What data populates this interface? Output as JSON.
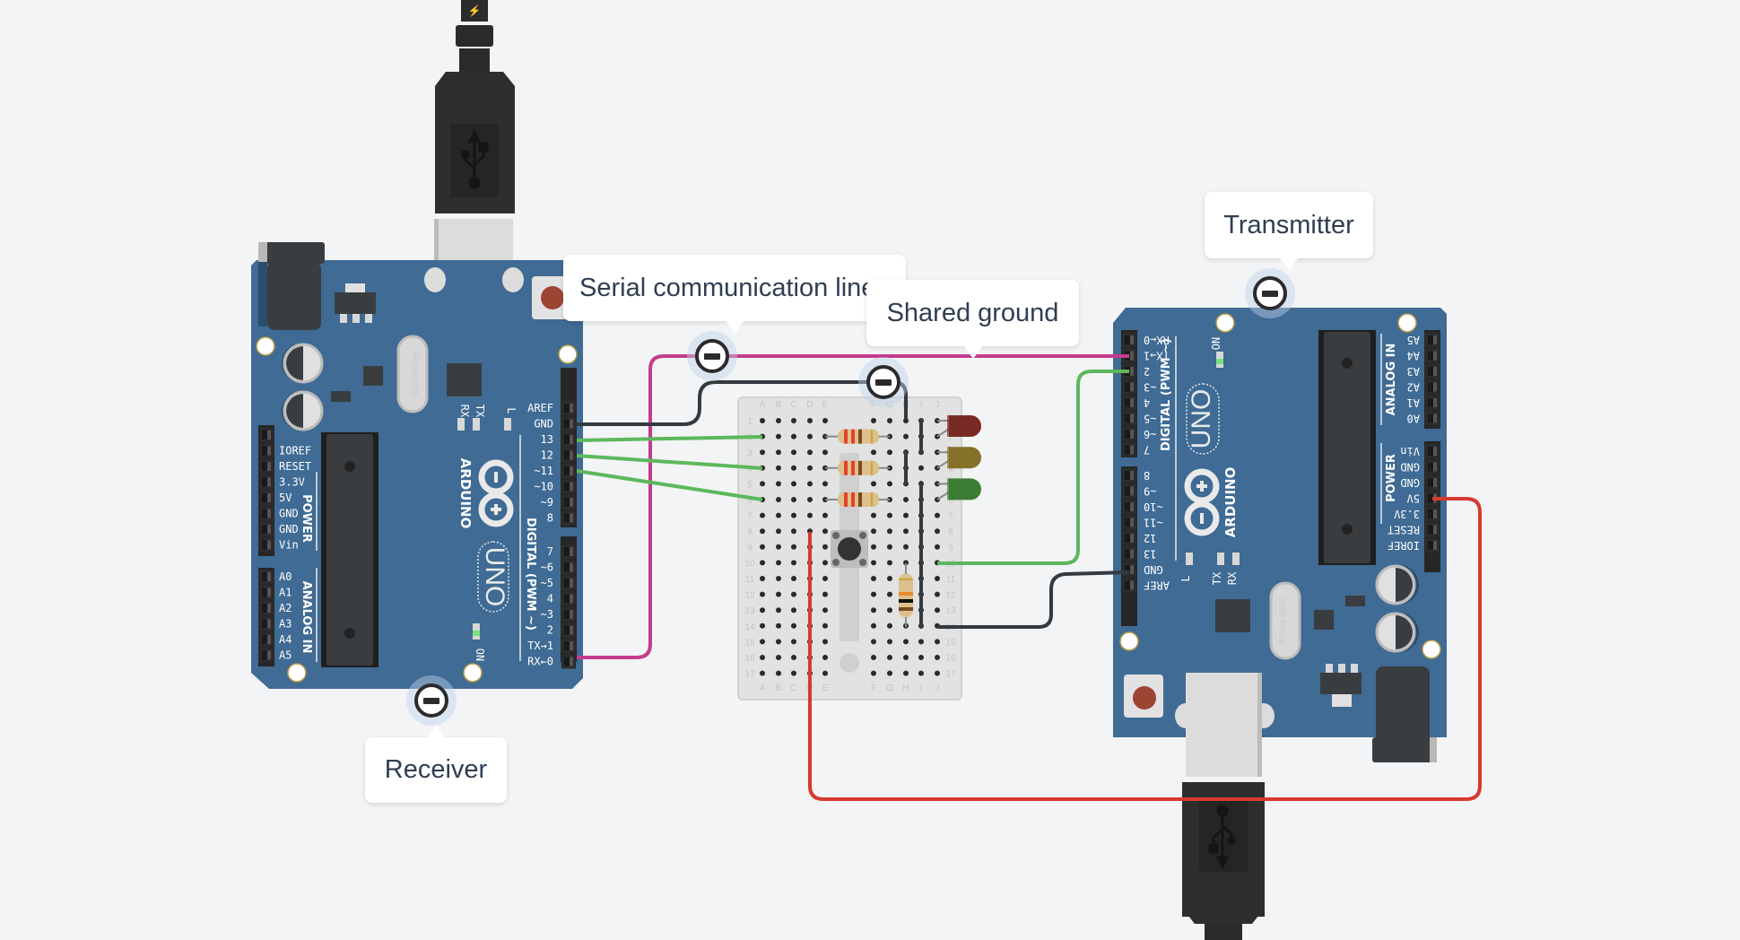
{
  "app": {
    "type": "circuit-simulator-canvas"
  },
  "annotations": {
    "serial_line": "Serial communication line",
    "shared_ground": "Shared ground",
    "transmitter": "Transmitter",
    "receiver": "Receiver"
  },
  "receiver_board": {
    "brand": "ARDUINO",
    "model": "UNO",
    "crystal": "SPK16.000G",
    "led_labels": [
      "RX",
      "TX",
      "L"
    ],
    "on_label": "ON",
    "digital_header_title": "DIGITAL (PWM ~)",
    "digital_pins_top": [
      "AREF",
      "GND",
      "13",
      "12",
      "~11",
      "~10",
      "~9",
      "8"
    ],
    "digital_pins_bottom": [
      "7",
      "~6",
      "~5",
      "4",
      "~3",
      "2",
      "TX→1",
      "RX←0"
    ],
    "power_title": "POWER",
    "power_pins": [
      "IOREF",
      "RESET",
      "3.3V",
      "5V",
      "GND",
      "GND",
      "Vin"
    ],
    "analog_title": "ANALOG IN",
    "analog_pins": [
      "A0",
      "A1",
      "A2",
      "A3",
      "A4",
      "A5"
    ]
  },
  "transmitter_board": {
    "brand": "ARDUINO",
    "model": "UNO",
    "crystal": "SPK16.000G",
    "led_labels": [
      "L",
      "TX",
      "RX"
    ],
    "on_label": "ON",
    "digital_header_title": "DIGITAL (PWM ~)",
    "digital_pins_top": [
      "RX←0",
      "TX→1",
      "2",
      "~3",
      "4",
      "~5",
      "~6",
      "7"
    ],
    "digital_pins_bottom": [
      "8",
      "~9",
      "~10",
      "~11",
      "12",
      "13",
      "GND",
      "AREF"
    ],
    "power_title": "POWER",
    "power_pins": [
      "Vin",
      "GND",
      "GND",
      "5V",
      "3.3V",
      "RESET",
      "IOREF"
    ],
    "analog_title": "ANALOG IN",
    "analog_pins": [
      "A5",
      "A4",
      "A3",
      "A2",
      "A1",
      "A0"
    ]
  },
  "breadboard": {
    "columns_left": [
      "A",
      "B",
      "C",
      "D",
      "E"
    ],
    "columns_right": [
      "F",
      "G",
      "H",
      "I",
      "J"
    ],
    "rows": [
      "1",
      "2",
      "3",
      "4",
      "5",
      "6",
      "7",
      "8",
      "9",
      "10",
      "11",
      "12",
      "13",
      "14",
      "15",
      "16",
      "17"
    ]
  },
  "components": {
    "leds": [
      {
        "name": "red-led",
        "color": "#7a2a24"
      },
      {
        "name": "yellow-led",
        "color": "#857128"
      },
      {
        "name": "green-led",
        "color": "#3a7d33"
      }
    ],
    "resistor_count": 4,
    "pushbutton_count": 1
  },
  "wires": {
    "serial": "#c43c8c",
    "ground": "#333a40",
    "signal": "#5cb85c",
    "power": "#d63a30"
  },
  "colors": {
    "board": "#3f6b94",
    "canvas": "#f3f4f6",
    "label_text": "#2f3e52"
  }
}
